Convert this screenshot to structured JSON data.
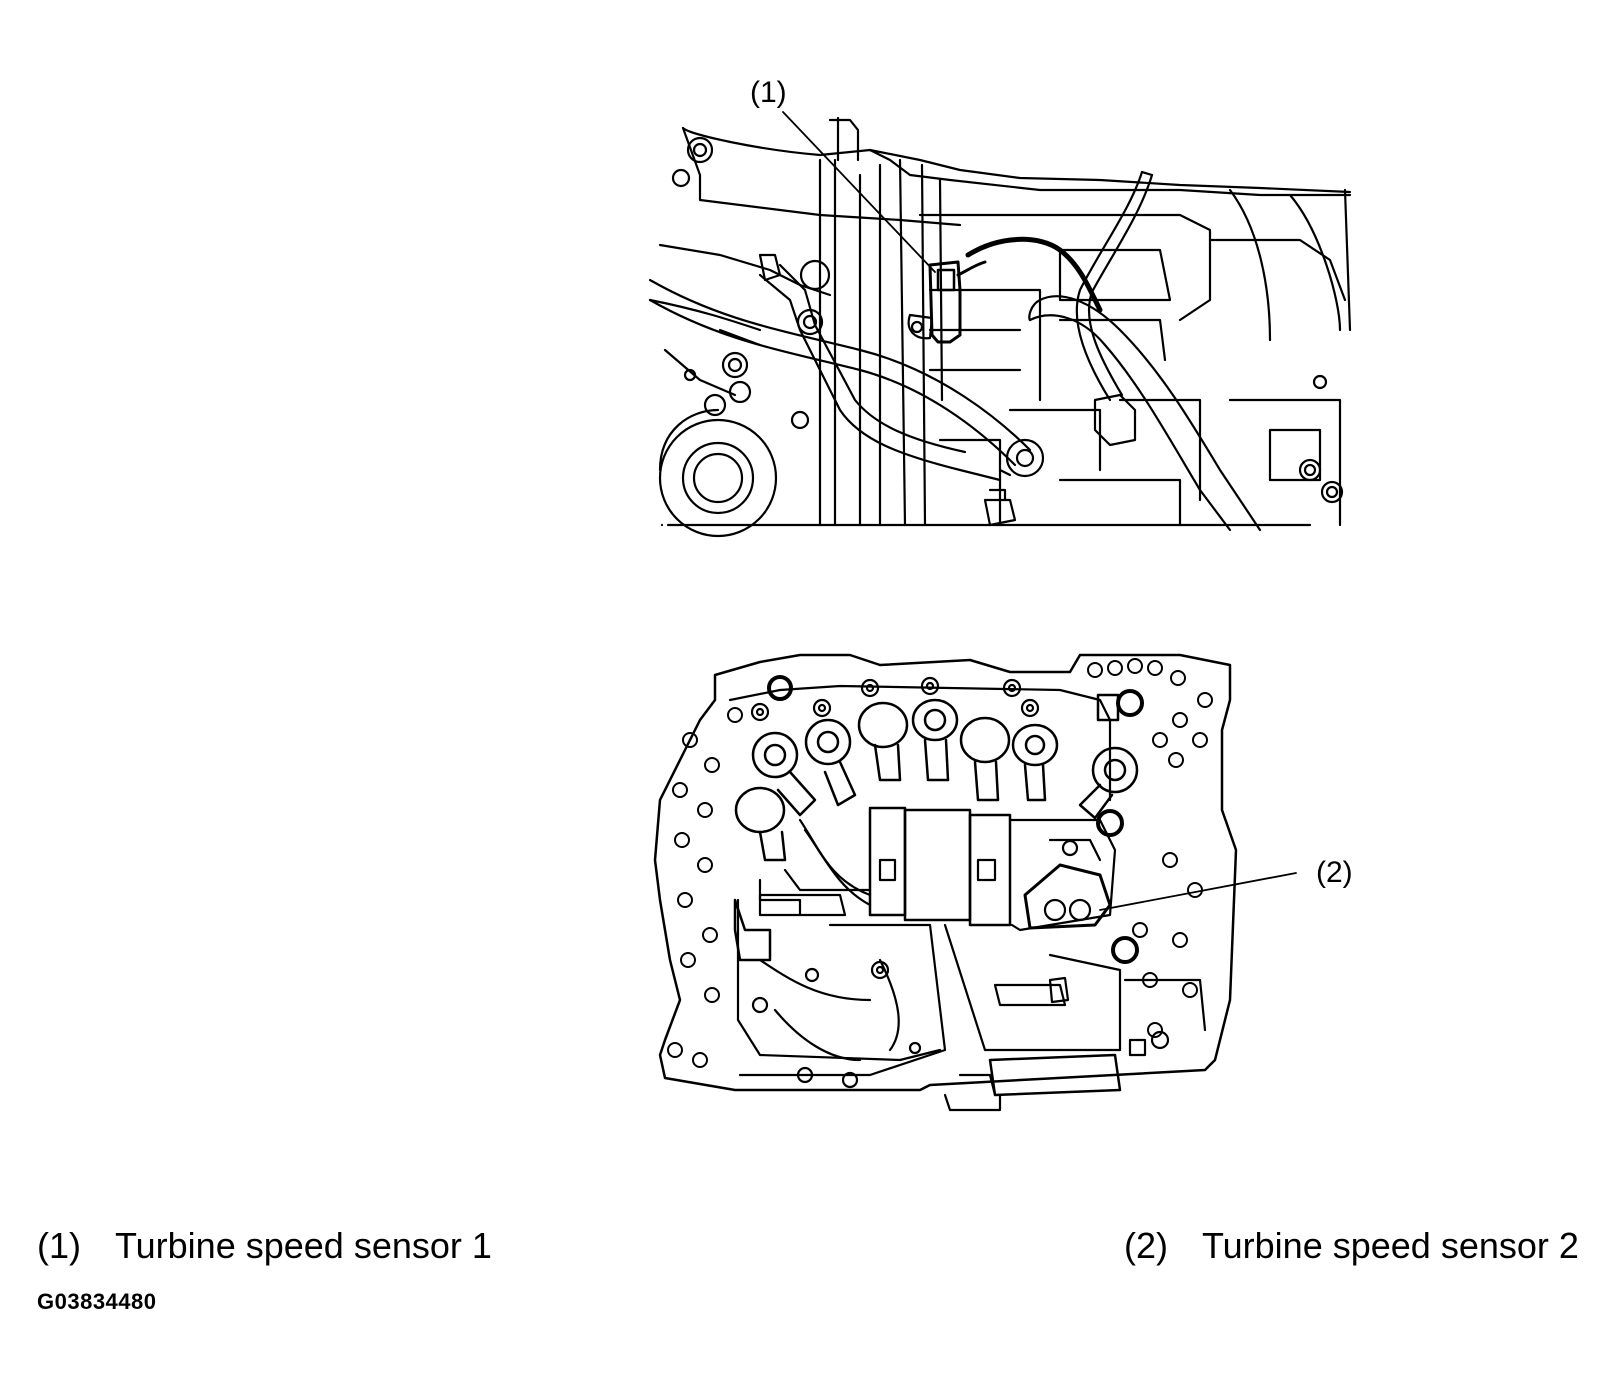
{
  "callouts": [
    {
      "number": "(1)"
    },
    {
      "number": "(2)"
    }
  ],
  "legend": [
    {
      "number": "(1)",
      "text": "Turbine speed sensor 1"
    },
    {
      "number": "(2)",
      "text": "Turbine speed sensor 2"
    }
  ],
  "figure_id": "G03834480"
}
